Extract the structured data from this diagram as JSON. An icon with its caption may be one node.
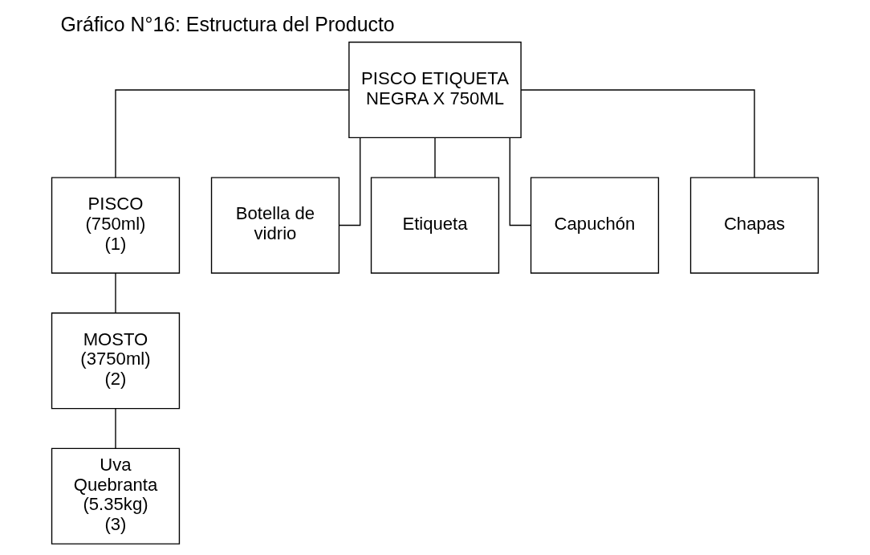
{
  "diagram": {
    "title": "Gráfico N°16: Estructura del Producto",
    "nodes": [
      {
        "text": [
          "PISCO ETIQUETA NEGRA X 750ML"
        ]
      },
      {
        "text": [
          "PISCO (750ml) (1)"
        ]
      },
      {
        "text": [
          "Botella de vidrio"
        ]
      },
      {
        "text": [
          "Etiqueta"
        ]
      },
      {
        "text": [
          "Capuchón"
        ]
      },
      {
        "text": [
          "Chapas"
        ]
      },
      {
        "text": [
          "MOSTO (3750ml) (2)"
        ]
      },
      {
        "text": [
          "Uva Quebranta (5.35kg) (3)"
        ]
      }
    ],
    "edges": [
      {
        "from": 0,
        "to": 1,
        "arrow": "none"
      },
      {
        "from": 0,
        "to": 2,
        "arrow": "none"
      },
      {
        "from": 0,
        "to": 3,
        "arrow": "none"
      },
      {
        "from": 0,
        "to": 4,
        "arrow": "none"
      },
      {
        "from": 0,
        "to": 5,
        "arrow": "none"
      },
      {
        "from": 1,
        "to": 6,
        "arrow": "none"
      },
      {
        "from": 6,
        "to": 7,
        "arrow": "none"
      }
    ]
  }
}
